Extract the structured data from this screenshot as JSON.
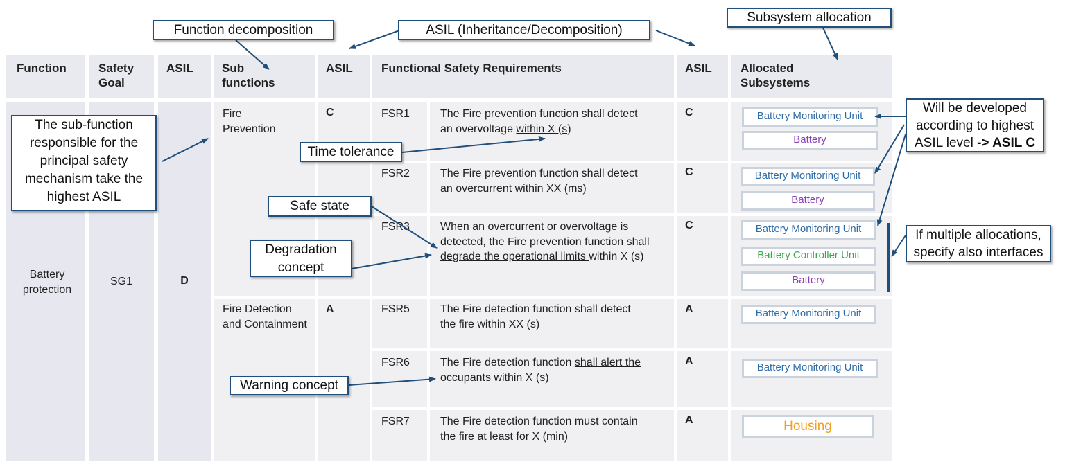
{
  "headers": {
    "function": "Function",
    "safety_goal": "Safety Goal",
    "asil": "ASIL",
    "sub_functions": "Sub functions",
    "asil2": "ASIL",
    "fsr": "Functional Safety Requirements",
    "asil3": "ASIL",
    "allocated": "Allocated Subsystems"
  },
  "row": {
    "function": "Battery protection",
    "safety_goal": "SG1",
    "asil": "D"
  },
  "subfunctions": [
    {
      "name": "Fire Prevention",
      "asil": "C"
    },
    {
      "name": "Fire Detection and Containment",
      "asil": "A"
    }
  ],
  "requirements": [
    {
      "id": "FSR1",
      "text_a": "The Fire prevention function shall detect an overvoltage ",
      "text_u": "within X (s)",
      "text_b": "",
      "asil": "C"
    },
    {
      "id": "FSR2",
      "text_a": "The Fire prevention function shall detect an overcurrent ",
      "text_u": "within XX (ms)",
      "text_b": "",
      "asil": "C"
    },
    {
      "id": "FSR3",
      "text_a": "When an overcurrent or overvoltage is detected, the Fire prevention function shall ",
      "text_u": "degrade the operational limits ",
      "text_b": "within X (s)",
      "asil": "C"
    },
    {
      "id": "FSR5",
      "text_a": "The Fire detection function shall detect the fire within XX (s)",
      "text_u": "",
      "text_b": "",
      "asil": "A"
    },
    {
      "id": "FSR6",
      "text_a": "The Fire detection function ",
      "text_u": "shall alert the occupants ",
      "text_b": "within X (s)",
      "asil": "A"
    },
    {
      "id": "FSR7",
      "text_a": "The Fire detection function must contain the fire at least for X (min)",
      "text_u": "",
      "text_b": "",
      "asil": "A"
    }
  ],
  "subsystems": {
    "bmu": "Battery Monitoring Unit",
    "battery": "Battery",
    "bcu": "Battery Controller Unit",
    "housing": "Housing"
  },
  "colors": {
    "bmu": "#2f6da8",
    "battery": "#8a3fb5",
    "bcu": "#3aa84a",
    "housing": "#f0a020",
    "arrow": "#1f4f7a"
  },
  "callouts": {
    "function_decomposition": "Function decomposition",
    "asil_inheritance": "ASIL (Inheritance/Decomposition)",
    "subsystem_allocation": "Subsystem allocation",
    "subfunction_note": [
      "The sub-function",
      "responsible for the",
      "principal safety",
      "mechanism take the",
      "highest ASIL"
    ],
    "time_tolerance": "Time tolerance",
    "safe_state": "Safe state",
    "degradation_concept": [
      "Degradation",
      "concept"
    ],
    "warning_concept": "Warning concept",
    "highest_asil": [
      "Will be developed",
      "according to highest",
      "ASIL level "
    ],
    "highest_asil_bold": "-> ASIL C",
    "multiple_allocations": [
      "If multiple  allocations,",
      "specify also interfaces"
    ]
  }
}
